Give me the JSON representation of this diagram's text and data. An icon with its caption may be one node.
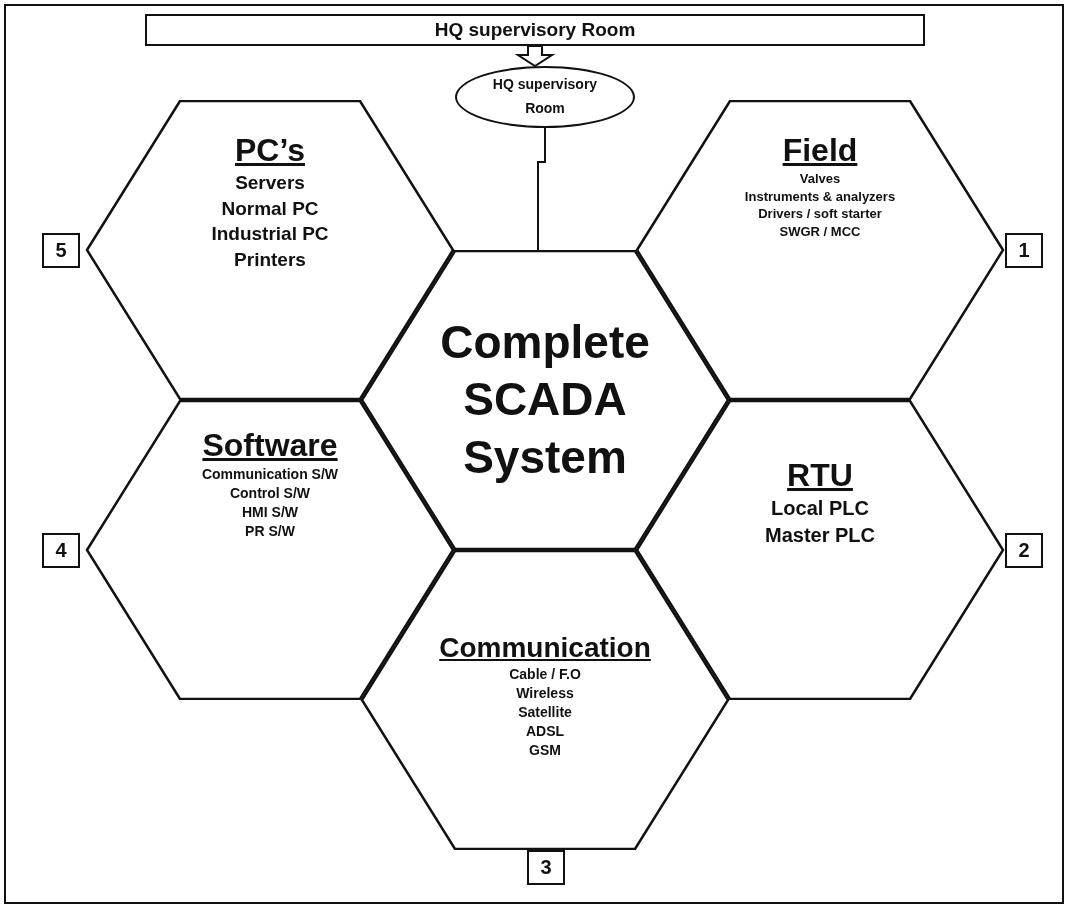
{
  "diagram": {
    "nodes": [
      {
        "text": [
          "HQ supervisory Room"
        ]
      },
      {
        "text": [
          "HQ supervisory Room"
        ]
      },
      {
        "text": [
          "PC’s",
          "Servers",
          "Normal PC",
          "Industrial PC",
          "Printers"
        ]
      },
      {
        "text": [
          "Field",
          "Valves",
          "Instruments & analyzers",
          "Drivers / soft starter",
          "SWGR / MCC"
        ]
      },
      {
        "text": [
          "Complete SCADA System"
        ]
      },
      {
        "text": [
          "Software",
          "Communication S/W",
          "Control S/W",
          "HMI S/W",
          "PR S/W"
        ]
      },
      {
        "text": [
          "RTU",
          "Local PLC",
          "Master PLC"
        ]
      },
      {
        "text": [
          "Communication",
          "Cable / F.O",
          "Wireless",
          "Satellite",
          "ADSL",
          "GSM"
        ]
      },
      {
        "text": [
          "5"
        ]
      },
      {
        "text": [
          "1"
        ]
      },
      {
        "text": [
          "4"
        ]
      },
      {
        "text": [
          "2"
        ]
      },
      {
        "text": [
          "3"
        ]
      }
    ],
    "edges": [
      {
        "from": 0,
        "to": 1,
        "arrow": "to",
        "style": "thick"
      },
      {
        "from": 1,
        "to": 4,
        "arrow": "none"
      }
    ]
  }
}
